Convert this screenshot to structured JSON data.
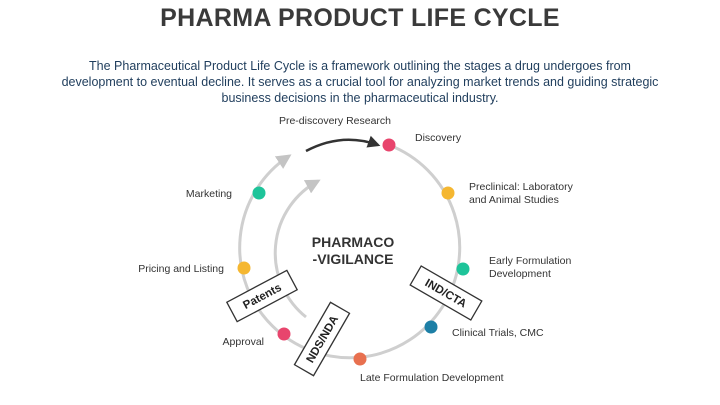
{
  "title": "PHARMA PRODUCT LIFE CYCLE",
  "description": "The Pharmaceutical Product Life Cycle is a framework outlining the stages a drug undergoes from development to eventual decline. It serves as a crucial tool for analyzing market trends and guiding strategic business decisions in the pharmaceutical industry.",
  "center": {
    "line1": "PHARMACO",
    "line2": "-VIGILANCE"
  },
  "top_label": "Pre-discovery Research",
  "stages": [
    {
      "line1": "Discovery",
      "line2": "",
      "color": "#e8456d"
    },
    {
      "line1": "Preclinical: Laboratory",
      "line2": "and Animal Studies",
      "color": "#f5b731"
    },
    {
      "line1": "Early Formulation",
      "line2": "Development",
      "color": "#1ec49a"
    },
    {
      "line1": "Clinical Trials, CMC",
      "line2": "",
      "color": "#1d7fa6"
    },
    {
      "line1": "Late Formulation Development",
      "line2": "",
      "color": "#e8704f"
    },
    {
      "line1": "Approval",
      "line2": "",
      "color": "#e8456d"
    },
    {
      "line1": "Pricing and Listing",
      "line2": "",
      "color": "#f5b731"
    },
    {
      "line1": "Marketing",
      "line2": "",
      "color": "#1ec49a"
    }
  ],
  "boxes": {
    "ind": "IND/CTA",
    "nds": "NDS/NDA",
    "patents": "Patents"
  }
}
